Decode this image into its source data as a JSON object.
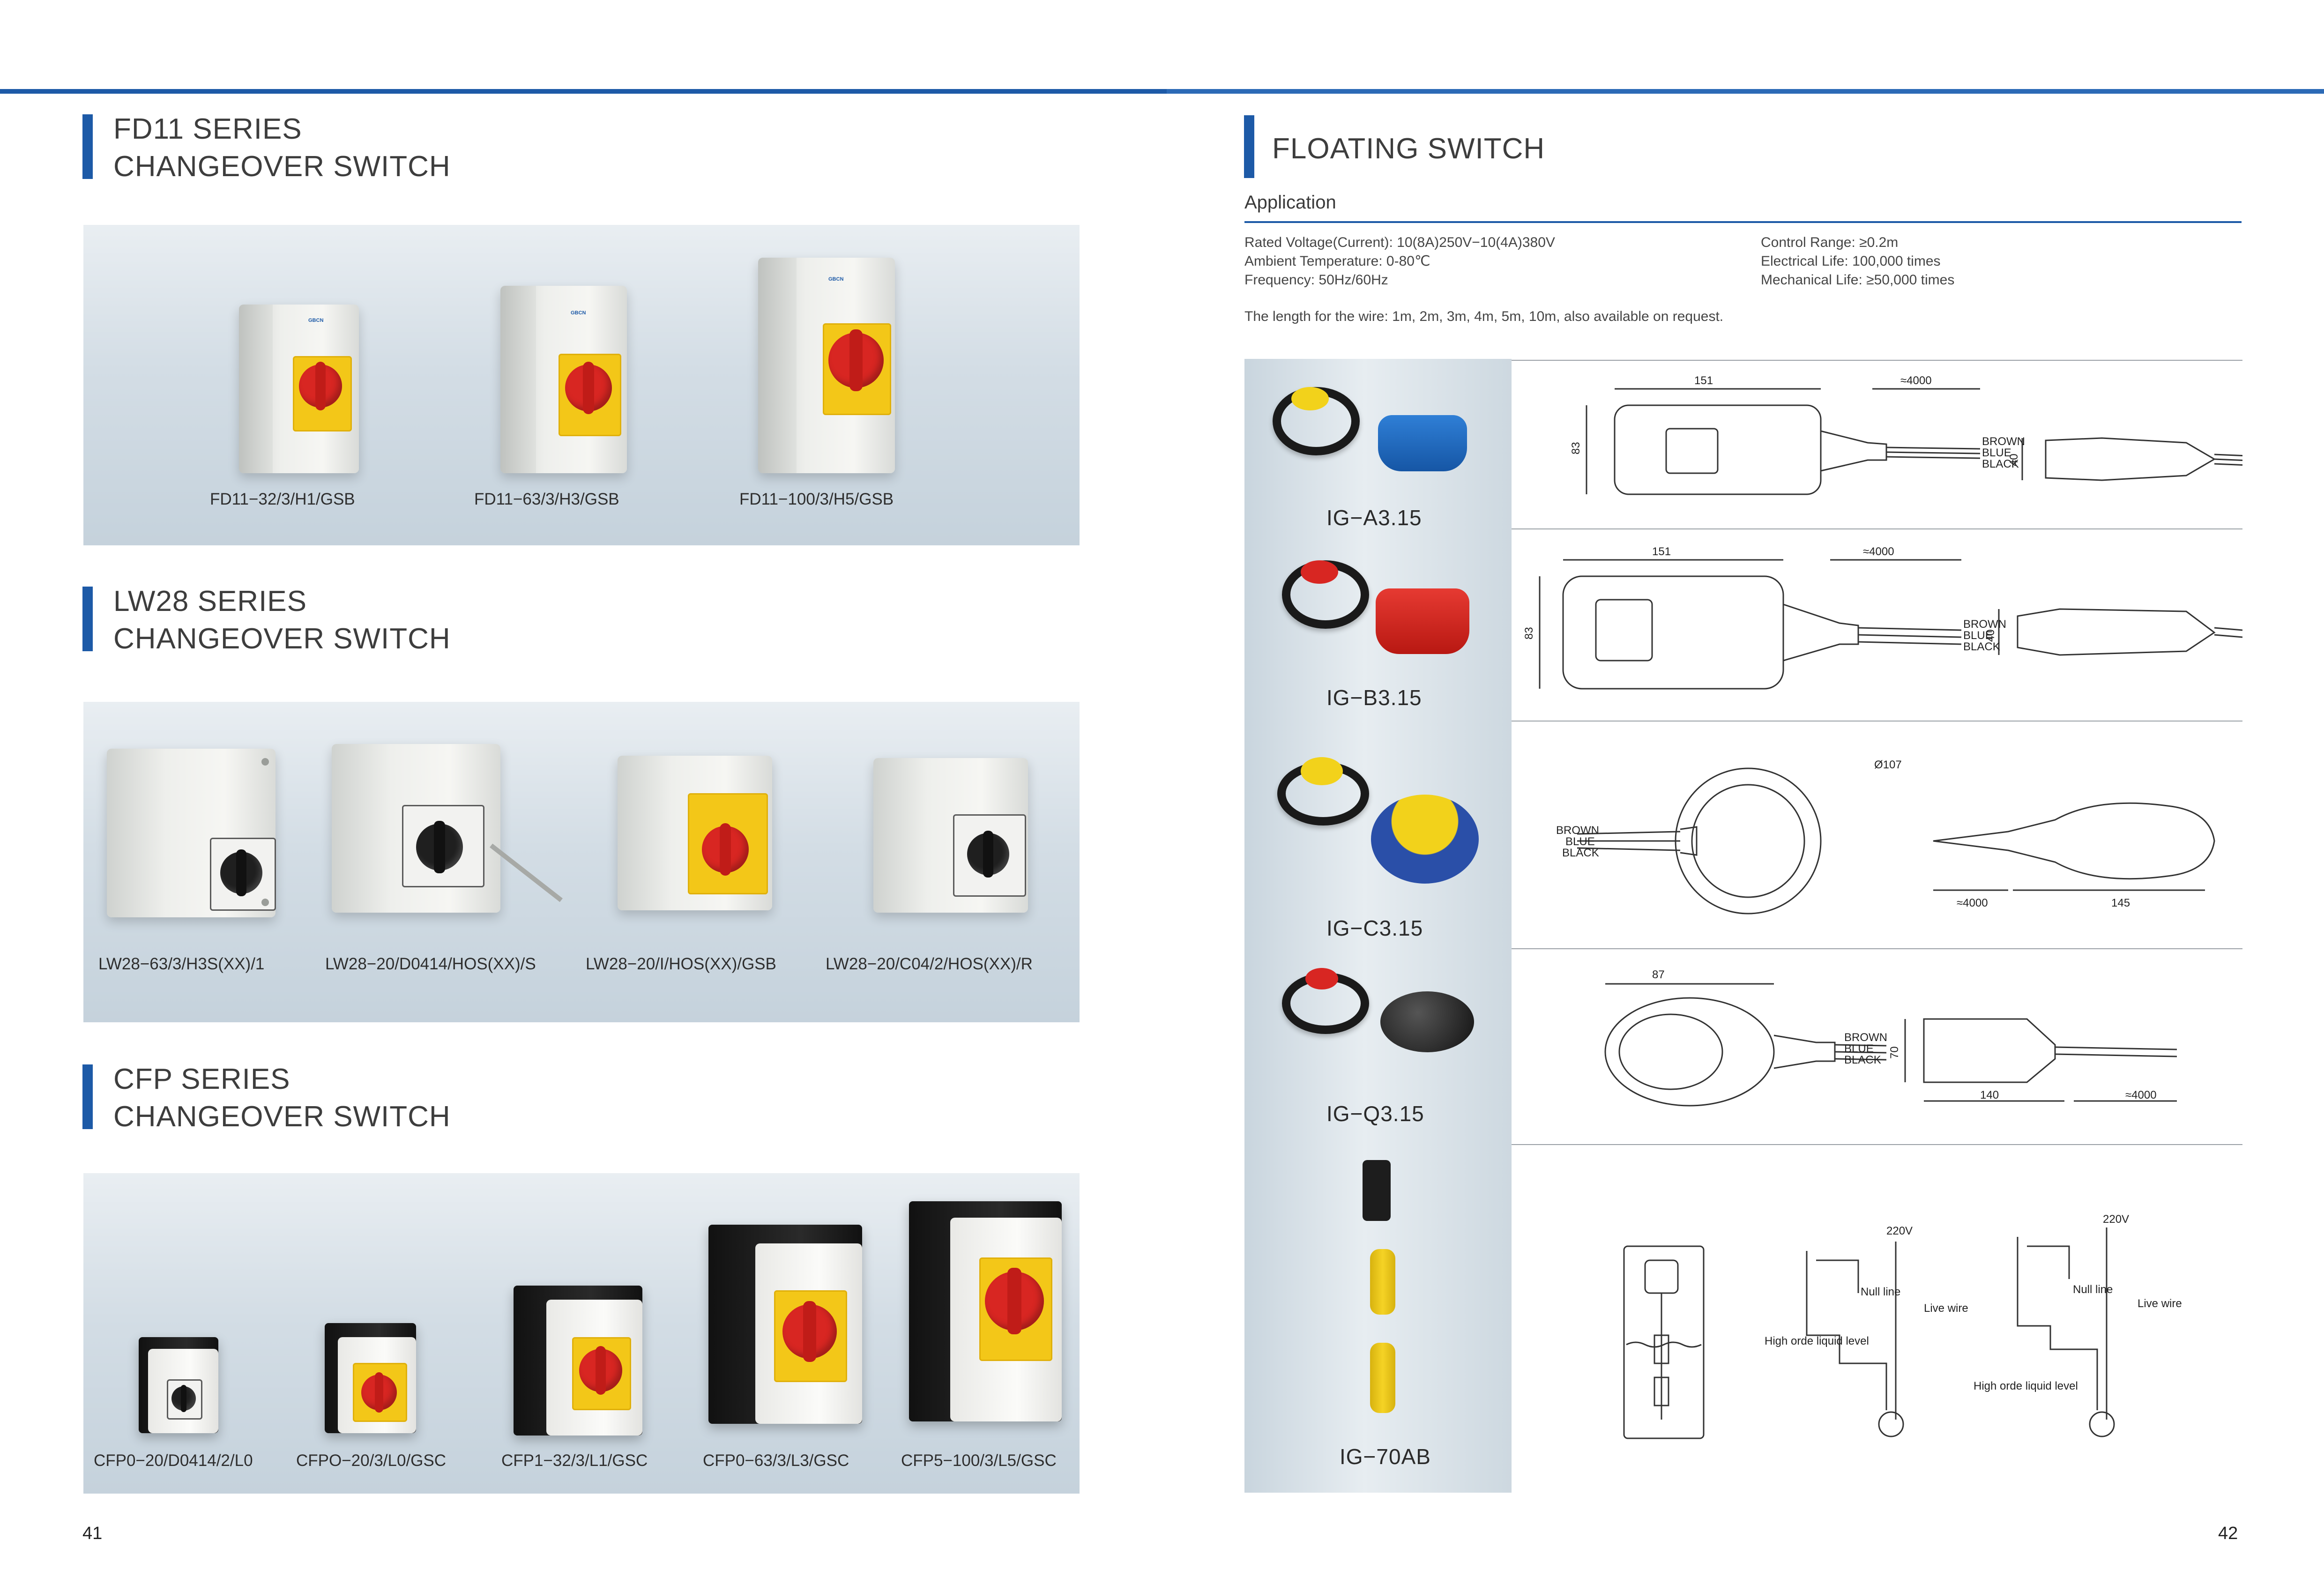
{
  "left_page": {
    "sections": [
      {
        "title_line1": "FD11 SERIES",
        "title_line2": "CHANGEOVER SWITCH",
        "products": [
          "FD11−32/3/H1/GSB",
          "FD11−63/3/H3/GSB",
          "FD11−100/3/H5/GSB"
        ]
      },
      {
        "title_line1": "LW28 SERIES",
        "title_line2": "CHANGEOVER SWITCH",
        "products": [
          "LW28−63/3/H3S(XX)/1",
          "LW28−20/D0414/HOS(XX)/S",
          "LW28−20/I/HOS(XX)/GSB",
          "LW28−20/C04/2/HOS(XX)/R"
        ]
      },
      {
        "title_line1": "CFP SERIES",
        "title_line2": "CHANGEOVER SWITCH",
        "products": [
          "CFP0−20/D0414/2/L0",
          "CFPO−20/3/L0/GSC",
          "CFP1−32/3/L1/GSC",
          "CFP0−63/3/L3/GSC",
          "CFP5−100/3/L5/GSC"
        ]
      }
    ],
    "page_number": "41",
    "brand_mark": "GBCN"
  },
  "right_page": {
    "title": "FLOATING SWITCH",
    "application_heading": "Application",
    "specs_left": [
      "Rated Voltage(Current): 10(8A)250V−10(4A)380V",
      "Ambient Temperature: 0-80℃",
      "Frequency: 50Hz/60Hz"
    ],
    "specs_right": [
      "Control Range: ≥0.2m",
      "Electrical Life: 100,000 times",
      "Mechanical Life: ≥50,000 times"
    ],
    "wire_note": "The length for the wire: 1m, 2m, 3m, 4m, 5m, 10m, also available on request.",
    "models": [
      "IG−A3.15",
      "IG−B3.15",
      "IG−C3.15",
      "IG−Q3.15",
      "IG−70AB"
    ],
    "diagrams": {
      "a3": {
        "w": "151",
        "len": "≈4000",
        "h": "83",
        "h2": "40",
        "wires": [
          "BROWN",
          "BLUE",
          "BLACK"
        ]
      },
      "b3": {
        "w": "151",
        "len": "≈4000",
        "h": "83",
        "h2": "40",
        "wires": [
          "BROWN",
          "BLUE",
          "BLACK"
        ]
      },
      "c3": {
        "dia": "Ø107",
        "len": "≈4000",
        "w2": "145",
        "wires": [
          "BROWN",
          "BLUE",
          "BLACK"
        ]
      },
      "q3": {
        "w": "87",
        "h": "70",
        "w2": "140",
        "len": "≈4000",
        "wires": [
          "BROWN",
          "BLUE",
          "BLACK"
        ]
      },
      "circuit": {
        "voltage": "220V",
        "null_line": "Null line",
        "live_wire": "Live wire",
        "high_level": "High orde liquid level"
      }
    },
    "page_number": "42"
  },
  "colors": {
    "accent_blue": "#1d5aa7",
    "knob_red": "#d82622",
    "plate_yellow": "#f3c718"
  }
}
